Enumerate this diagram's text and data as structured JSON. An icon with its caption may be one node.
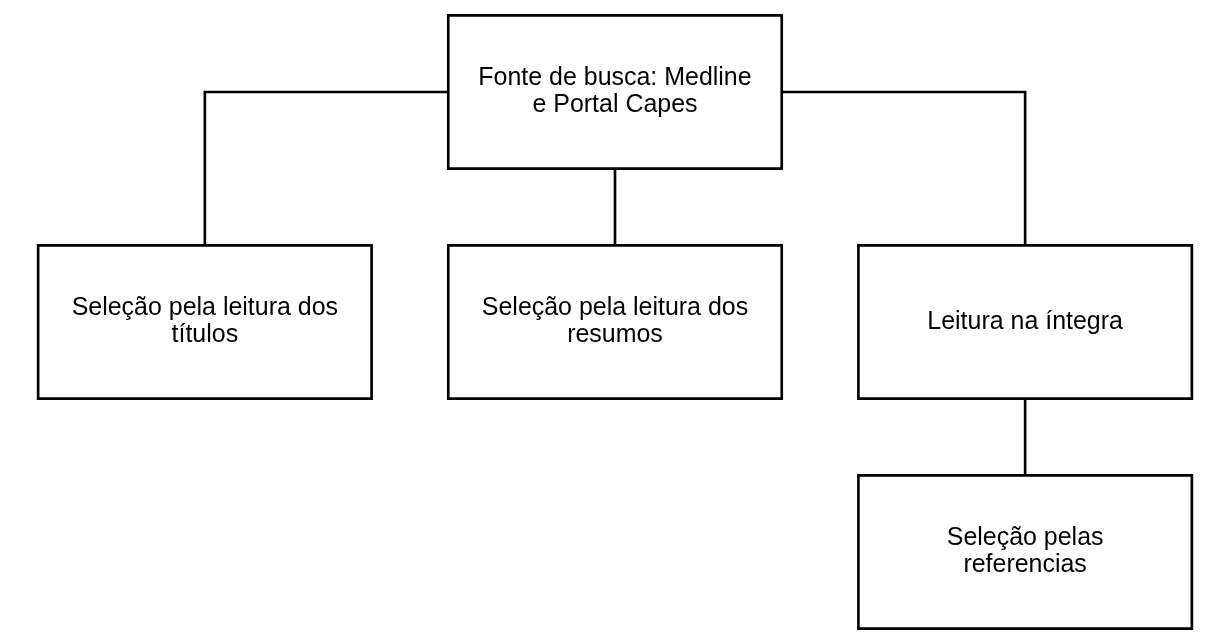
{
  "diagram": {
    "nodes": [
      {
        "text": [
          "Fonte de busca: Medline e Portal Capes"
        ]
      },
      {
        "text": [
          "Seleção pela leitura dos títulos"
        ]
      },
      {
        "text": [
          "Seleção pela leitura dos resumos"
        ]
      },
      {
        "text": [
          "Leitura na íntegra"
        ]
      },
      {
        "text": [
          "Seleção pelas referencias"
        ]
      }
    ],
    "edges": [
      {
        "from": 0,
        "to": 1,
        "arrow": "none"
      },
      {
        "from": 0,
        "to": 2,
        "arrow": "none"
      },
      {
        "from": 0,
        "to": 3,
        "arrow": "none"
      },
      {
        "from": 3,
        "to": 4,
        "arrow": "none"
      }
    ]
  }
}
